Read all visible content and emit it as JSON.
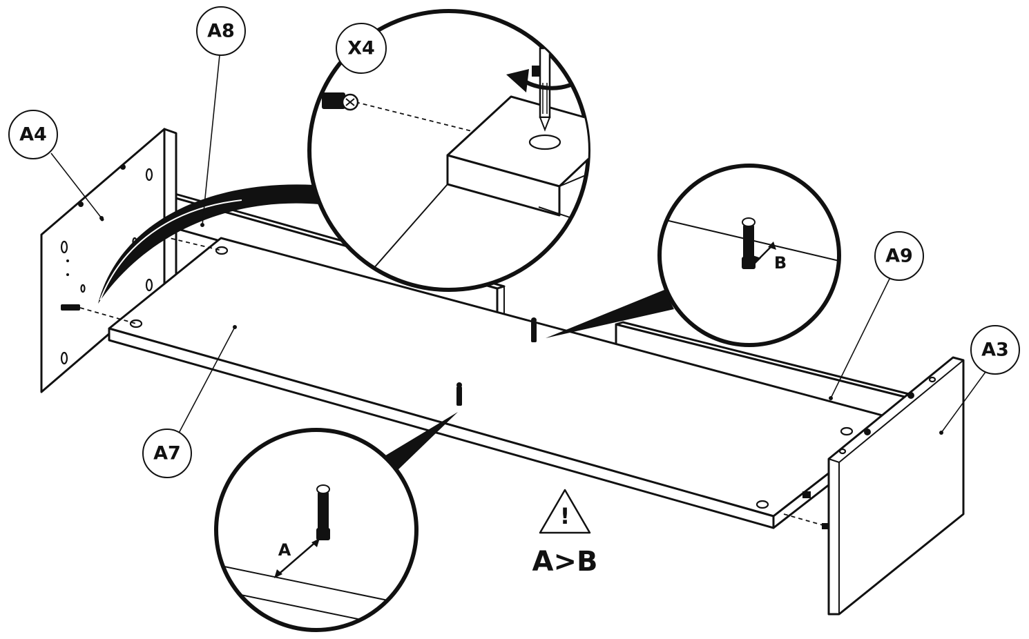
{
  "labels": {
    "a8": "A8",
    "a4": "A4",
    "x4": "X4",
    "a9": "A9",
    "a3": "A3",
    "a7": "A7"
  },
  "detail": {
    "b": "B",
    "a": "A"
  },
  "warning": {
    "mark": "!",
    "rule": "A>B"
  },
  "colors": {
    "ink": "#111111",
    "paper": "#ffffff"
  }
}
